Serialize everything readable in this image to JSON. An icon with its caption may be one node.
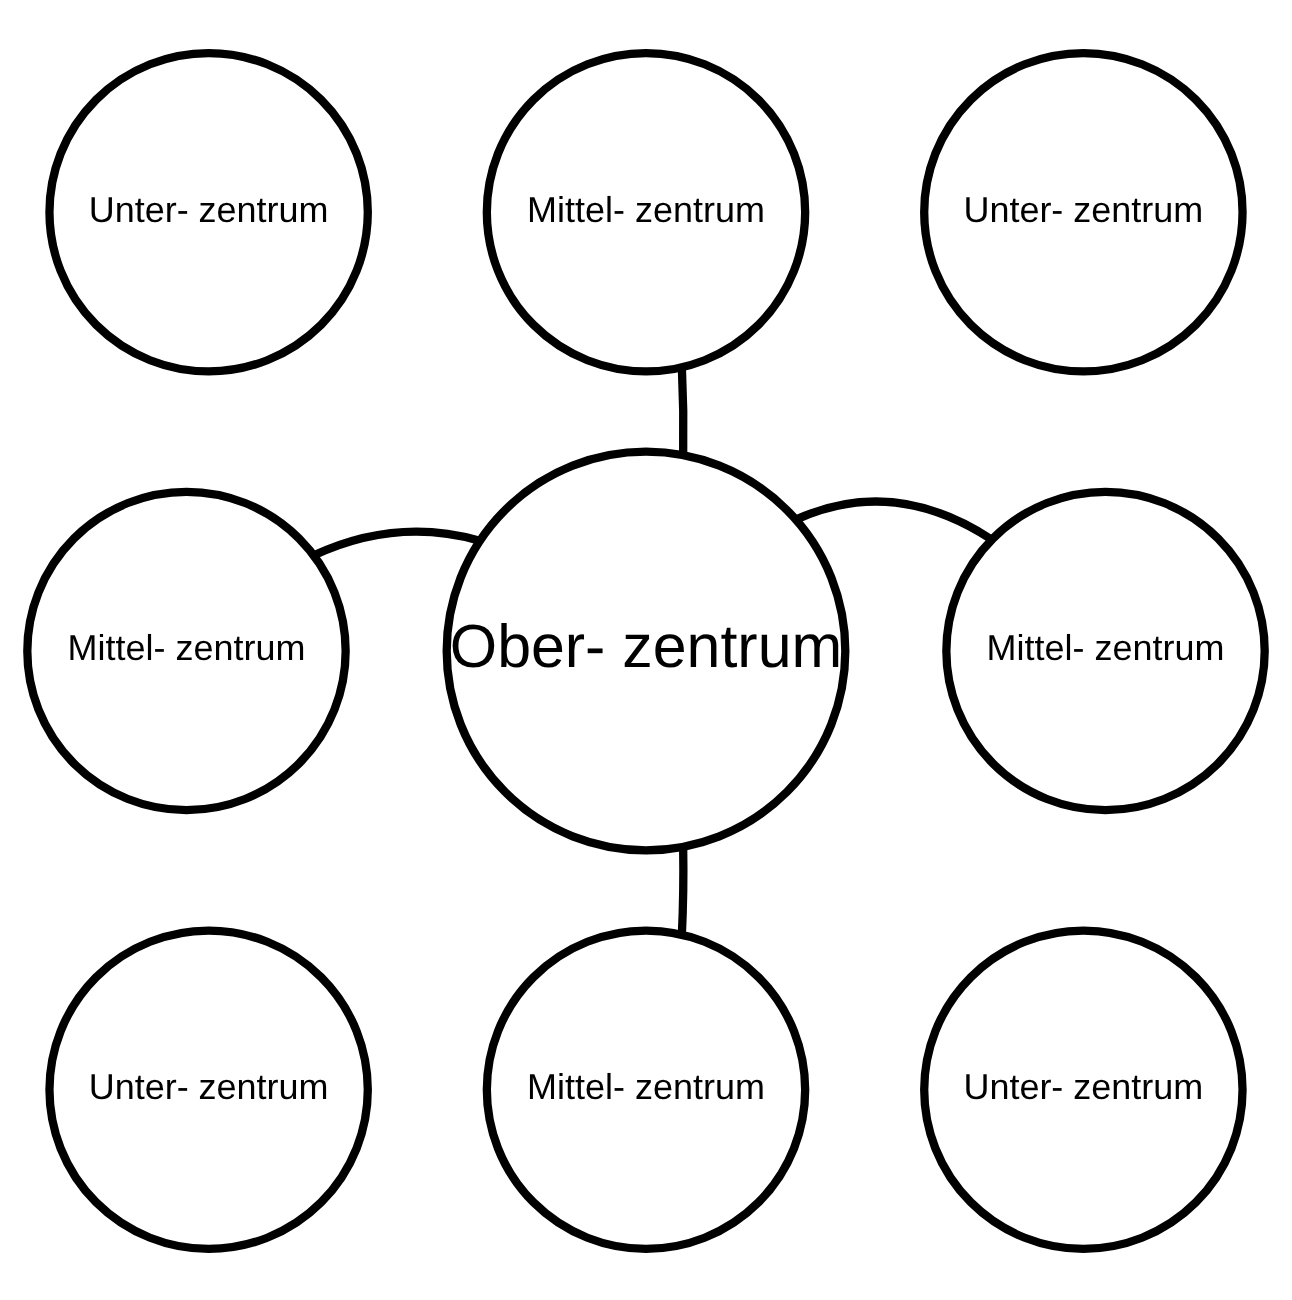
{
  "diagram": {
    "nodes": [
      {
        "text": [
          "Mittel- zentrum"
        ]
      },
      {
        "text": [
          "Unter- zentrum"
        ]
      },
      {
        "text": [
          "Unter- zentrum"
        ]
      },
      {
        "text": [
          "Mittel- zentrum"
        ]
      },
      {
        "text": [
          "Ober- zentrum"
        ]
      },
      {
        "text": [
          "Mittel- zentrum"
        ]
      },
      {
        "text": [
          "Unter- zentrum"
        ]
      },
      {
        "text": [
          "Mittel- zentrum"
        ]
      },
      {
        "text": [
          "Unter- zentrum"
        ]
      }
    ],
    "edges": [
      {
        "from": 0,
        "to": 4,
        "arrow": "none"
      },
      {
        "from": 3,
        "to": 4,
        "arrow": "none"
      },
      {
        "from": 4,
        "to": 5,
        "arrow": "none"
      },
      {
        "from": 4,
        "to": 7,
        "arrow": "none"
      }
    ]
  }
}
